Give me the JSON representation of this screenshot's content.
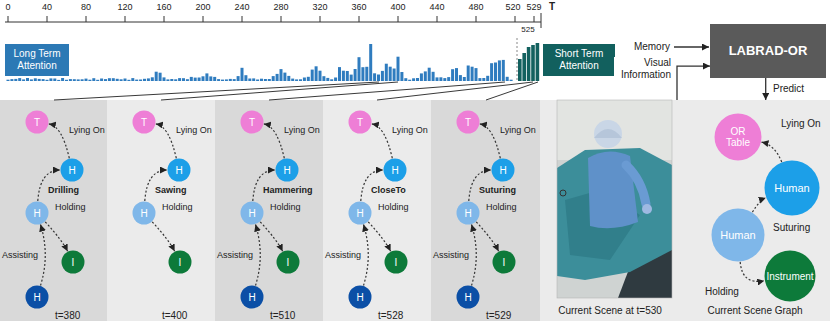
{
  "diagram": {
    "nodes": [
      {
        "text": [
          "Long Term Attention"
        ]
      },
      {
        "text": [
          "Short Term Attention"
        ]
      },
      {
        "text": [
          "LABRAD-OR"
        ]
      },
      {
        "text": [
          "t=380"
        ]
      },
      {
        "text": [
          "T"
        ],
        "in": 3
      },
      {
        "text": [
          "H"
        ],
        "in": 3
      },
      {
        "text": [
          "H"
        ],
        "in": 3
      },
      {
        "text": [
          "I"
        ],
        "in": 3
      },
      {
        "text": [
          "H"
        ],
        "in": 3
      },
      {
        "text": [
          "t=400"
        ]
      },
      {
        "text": [
          "T"
        ],
        "in": 9
      },
      {
        "text": [
          "H"
        ],
        "in": 9
      },
      {
        "text": [
          "H"
        ],
        "in": 9
      },
      {
        "text": [
          "I"
        ],
        "in": 9
      },
      {
        "text": [
          "t=510"
        ]
      },
      {
        "text": [
          "T"
        ],
        "in": 14
      },
      {
        "text": [
          "H"
        ],
        "in": 14
      },
      {
        "text": [
          "H"
        ],
        "in": 14
      },
      {
        "text": [
          "I"
        ],
        "in": 14
      },
      {
        "text": [
          "H"
        ],
        "in": 14
      },
      {
        "text": [
          "t=528"
        ]
      },
      {
        "text": [
          "T"
        ],
        "in": 20
      },
      {
        "text": [
          "H"
        ],
        "in": 20
      },
      {
        "text": [
          "H"
        ],
        "in": 20
      },
      {
        "text": [
          "I"
        ],
        "in": 20
      },
      {
        "text": [
          "H"
        ],
        "in": 20
      },
      {
        "text": [
          "t=529"
        ]
      },
      {
        "text": [
          "T"
        ],
        "in": 26
      },
      {
        "text": [
          "H"
        ],
        "in": 26
      },
      {
        "text": [
          "H"
        ],
        "in": 26
      },
      {
        "text": [
          "I"
        ],
        "in": 26
      },
      {
        "text": [
          "H"
        ],
        "in": 26
      },
      {
        "text": [
          "Current Scene at t=530"
        ]
      },
      {
        "text": [
          "Current Scene Graph"
        ]
      },
      {
        "text": [
          "OR Table"
        ],
        "in": 33
      },
      {
        "text": [
          "Human"
        ],
        "in": 33
      },
      {
        "text": [
          "Human"
        ],
        "in": 33
      },
      {
        "text": [
          "Instrument"
        ],
        "in": 33
      }
    ],
    "edges": [
      {
        "from": 8,
        "to": 6,
        "label": "Assisting",
        "arrow": "to"
      },
      {
        "from": 6,
        "to": 5,
        "label": "Drilling",
        "arrow": "to"
      },
      {
        "from": 6,
        "to": 7,
        "label": "Holding",
        "arrow": "to"
      },
      {
        "from": 5,
        "to": 4,
        "label": "Lying On",
        "arrow": "to"
      },
      {
        "from": 12,
        "to": 11,
        "label": "Sawing",
        "arrow": "to"
      },
      {
        "from": 12,
        "to": 13,
        "label": "Holding",
        "arrow": "to"
      },
      {
        "from": 11,
        "to": 10,
        "label": "Lying On",
        "arrow": "to"
      },
      {
        "from": 19,
        "to": 17,
        "label": "Assisting",
        "arrow": "to"
      },
      {
        "from": 17,
        "to": 16,
        "label": "Hammering",
        "arrow": "to"
      },
      {
        "from": 17,
        "to": 18,
        "label": "Holding",
        "arrow": "to"
      },
      {
        "from": 16,
        "to": 15,
        "label": "Lying On",
        "arrow": "to"
      },
      {
        "from": 25,
        "to": 23,
        "label": "Assisting",
        "arrow": "to"
      },
      {
        "from": 23,
        "to": 22,
        "label": "CloseTo",
        "arrow": "to"
      },
      {
        "from": 23,
        "to": 24,
        "label": "Holding",
        "arrow": "to"
      },
      {
        "from": 22,
        "to": 21,
        "label": "Lying On",
        "arrow": "to"
      },
      {
        "from": 31,
        "to": 29,
        "label": "Assisting",
        "arrow": "to"
      },
      {
        "from": 29,
        "to": 28,
        "label": "Suturing",
        "arrow": "to"
      },
      {
        "from": 29,
        "to": 30,
        "label": "Holding",
        "arrow": "to"
      },
      {
        "from": 28,
        "to": 27,
        "label": "Lying On",
        "arrow": "to"
      },
      {
        "from": 32,
        "to": 2,
        "label": "Visual Information",
        "arrow": "to"
      },
      {
        "from": 2,
        "to": 33,
        "label": "Predict",
        "arrow": "to"
      },
      {
        "from": 35,
        "to": 34,
        "label": "Lying On",
        "arrow": "to"
      },
      {
        "from": 36,
        "to": 35,
        "label": "Suturing",
        "arrow": "to"
      },
      {
        "from": 36,
        "to": 37,
        "label": "Holding",
        "arrow": "to"
      }
    ],
    "labels": [
      "0",
      "40",
      "80",
      "120",
      "160",
      "200",
      "240",
      "280",
      "320",
      "360",
      "400",
      "440",
      "480",
      "520",
      "529",
      "T",
      "525",
      "Memory"
    ]
  }
}
